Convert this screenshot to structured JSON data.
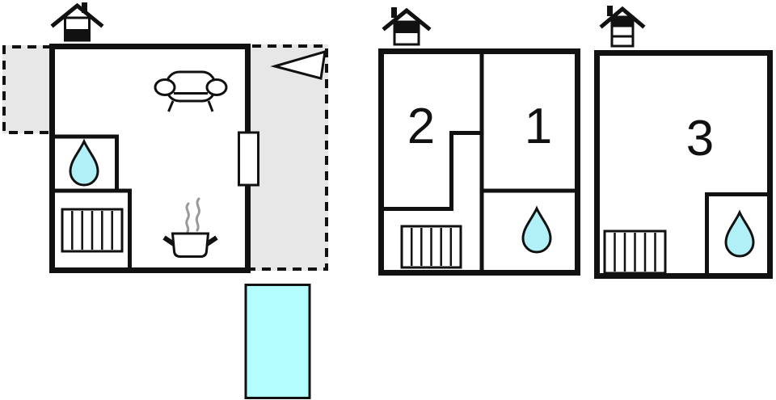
{
  "floor_plan": {
    "labels": {
      "room1": "1",
      "room2": "2",
      "room3": "3"
    },
    "colors": {
      "wall": "#111111",
      "terrace_fill": "#e7e7e7",
      "water_fill": "#b2f0f7",
      "pool_fill": "#b3fdff",
      "steam": "#999999",
      "background": "#ffffff"
    },
    "buildings": [
      {
        "id": "main-house",
        "features": [
          "chimney-icon",
          "terrace-left",
          "terrace-right",
          "entrance-arrow-icon",
          "sofa-icon",
          "cooking-pot-icon",
          "steam-icon",
          "water-drop-icon",
          "radiator-icon",
          "door",
          "pool"
        ]
      },
      {
        "id": "annex-rooms-1-2",
        "rooms": [
          "2",
          "1"
        ],
        "features": [
          "chimney-icon",
          "water-drop-icon",
          "radiator-icon"
        ]
      },
      {
        "id": "annex-room-3",
        "rooms": [
          "3"
        ],
        "features": [
          "chimney-icon",
          "water-drop-icon",
          "radiator-icon"
        ]
      }
    ]
  }
}
